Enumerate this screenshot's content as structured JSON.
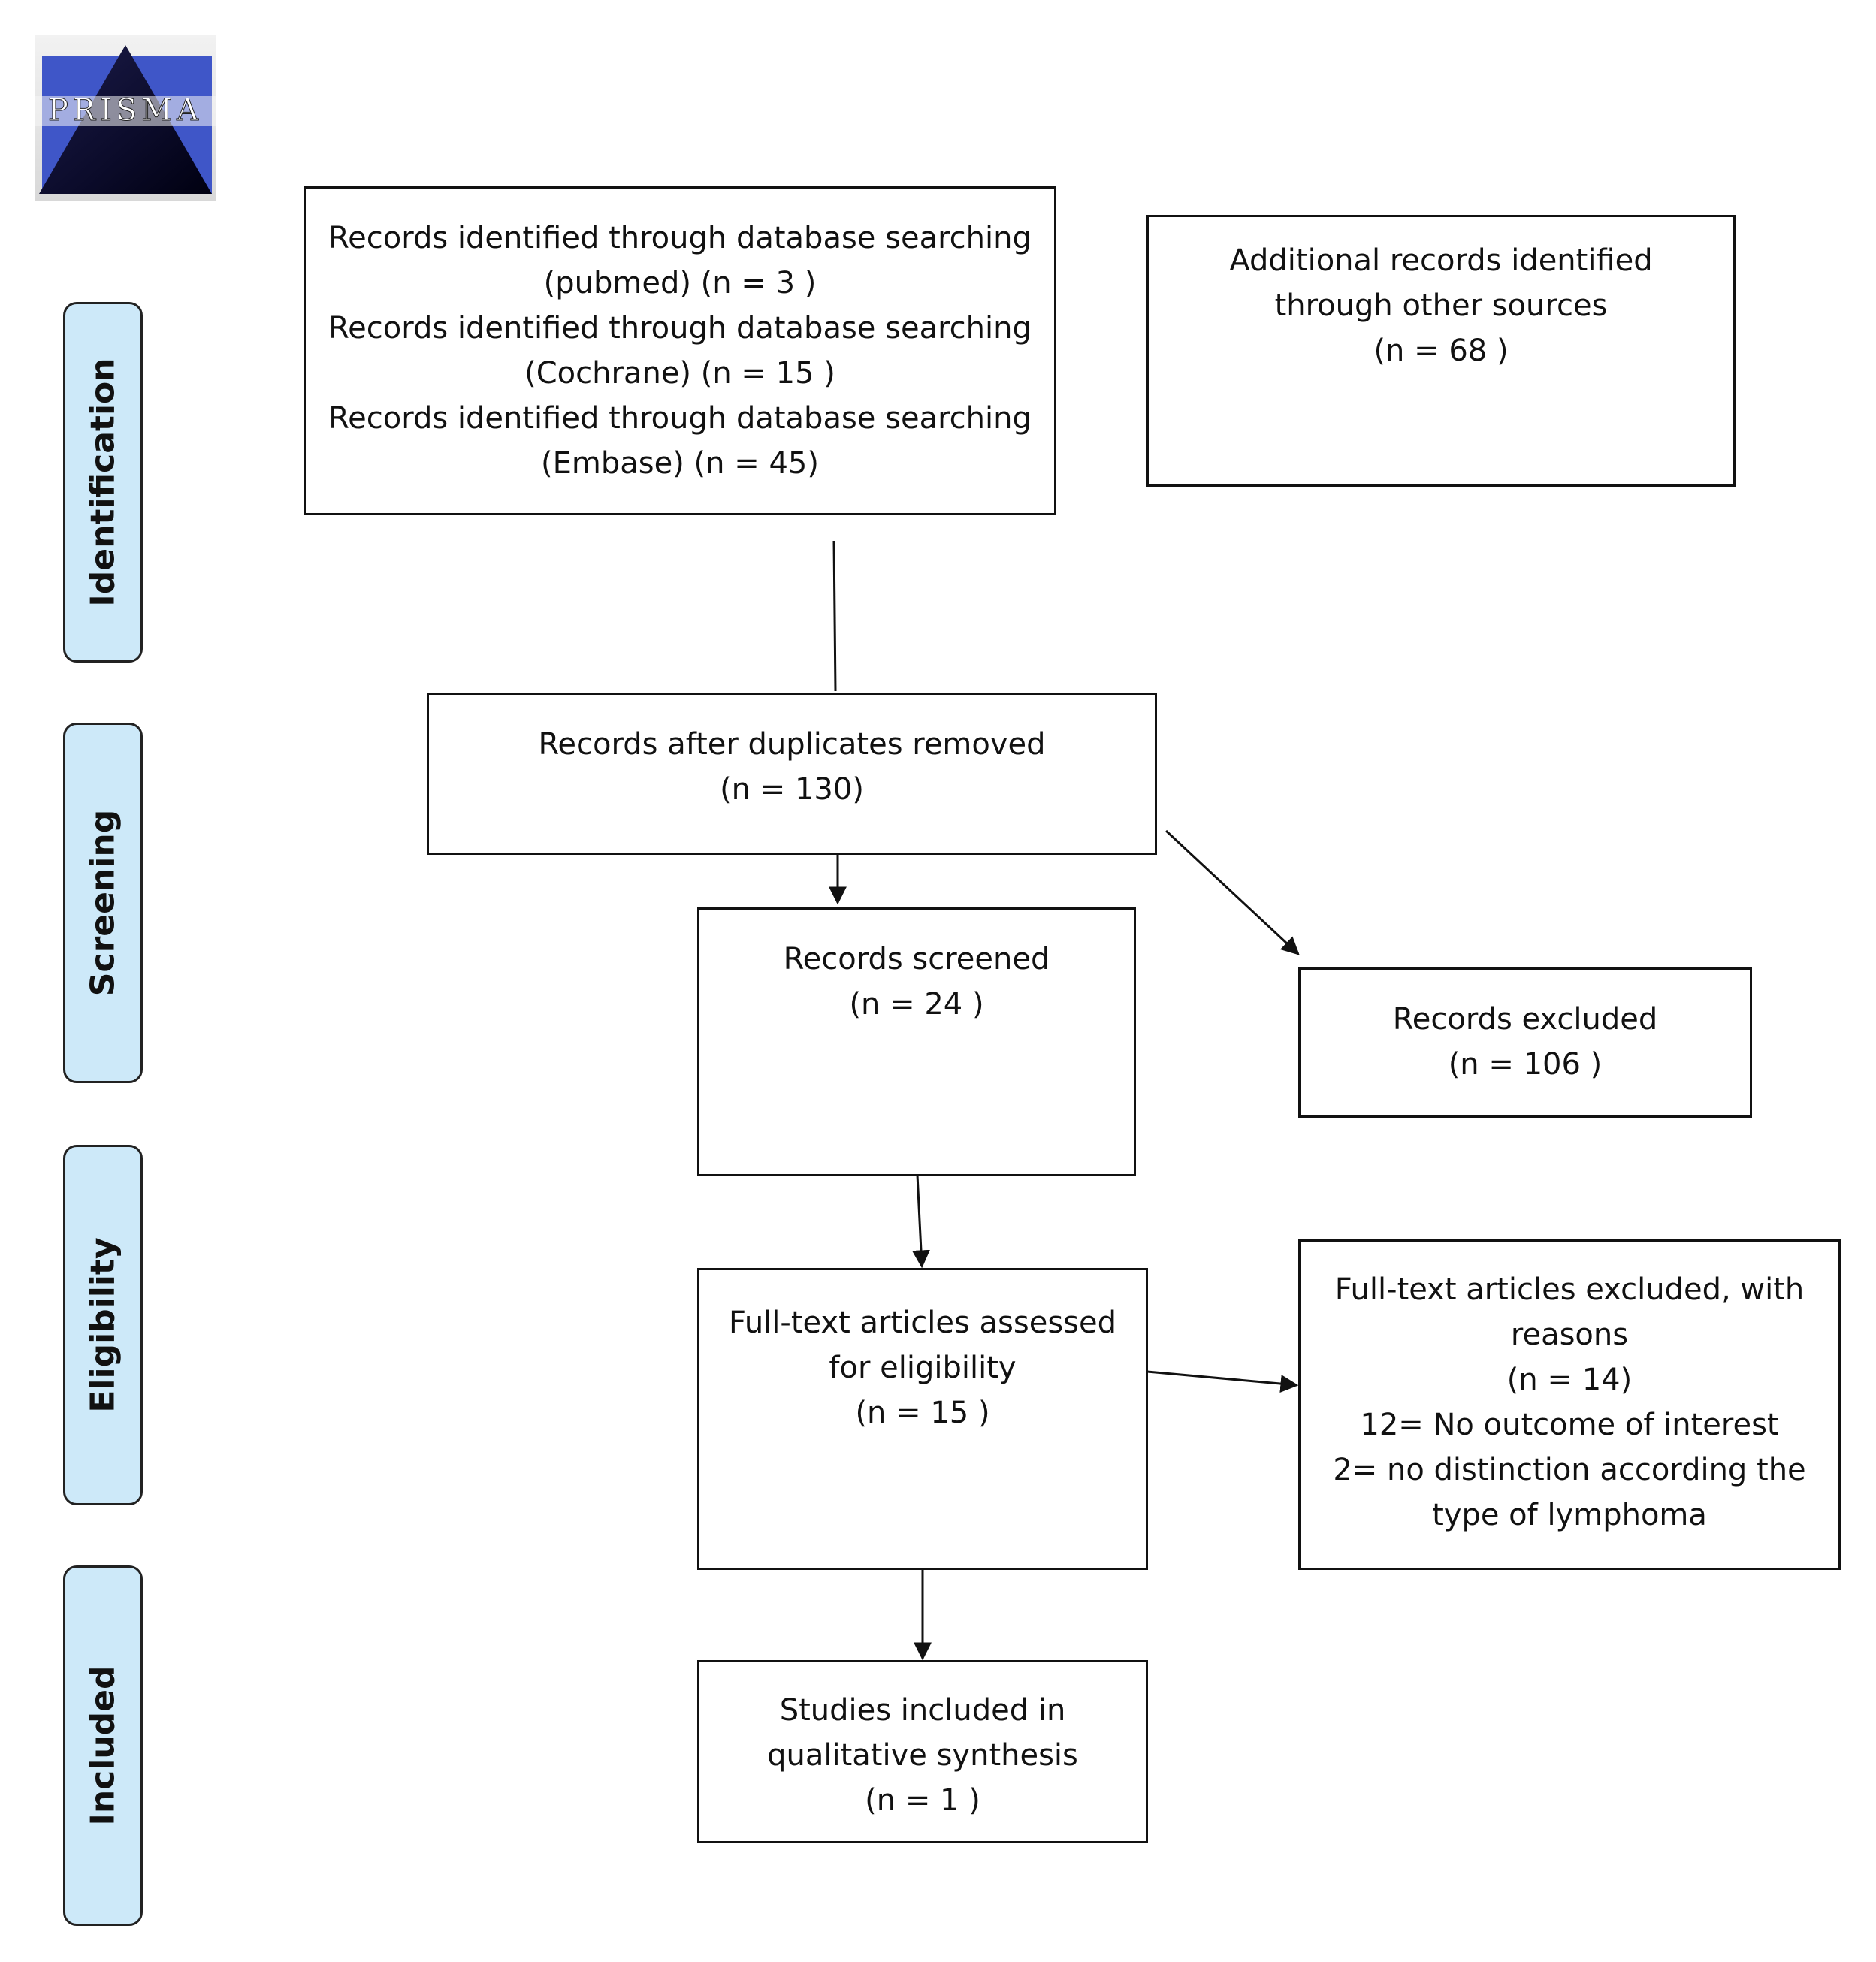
{
  "logo": {
    "text": "PRISMA"
  },
  "phases": {
    "identification": "Identification",
    "screening": "Screening",
    "eligibility": "Eligibility",
    "included": "Included"
  },
  "boxes": {
    "database_search": {
      "lines": [
        "Records identified through database searching",
        "(pubmed) (n = 3 )",
        "Records identified through database searching",
        "(Cochrane) (n =  15 )",
        "Records identified through database searching",
        "(Embase) (n =  45)"
      ]
    },
    "other_sources": {
      "lines": [
        "Additional records identified",
        "through other sources",
        "(n =  68 )"
      ]
    },
    "duplicates_removed": {
      "lines": [
        "Records after duplicates removed",
        "(n = 130)"
      ]
    },
    "screened": {
      "lines": [
        "Records screened",
        "(n = 24 )"
      ]
    },
    "excluded": {
      "lines": [
        "Records excluded",
        "(n = 106 )"
      ]
    },
    "fulltext_assessed": {
      "lines": [
        "Full-text articles assessed",
        "for eligibility",
        "(n = 15 )"
      ]
    },
    "fulltext_excluded": {
      "lines": [
        "Full-text articles excluded, with",
        "reasons",
        "(n = 14)",
        "12= No outcome of interest",
        "2= no distinction according the",
        "type of lymphoma"
      ]
    },
    "included": {
      "lines": [
        "Studies included in",
        "qualitative synthesis",
        "(n = 1 )"
      ]
    }
  }
}
